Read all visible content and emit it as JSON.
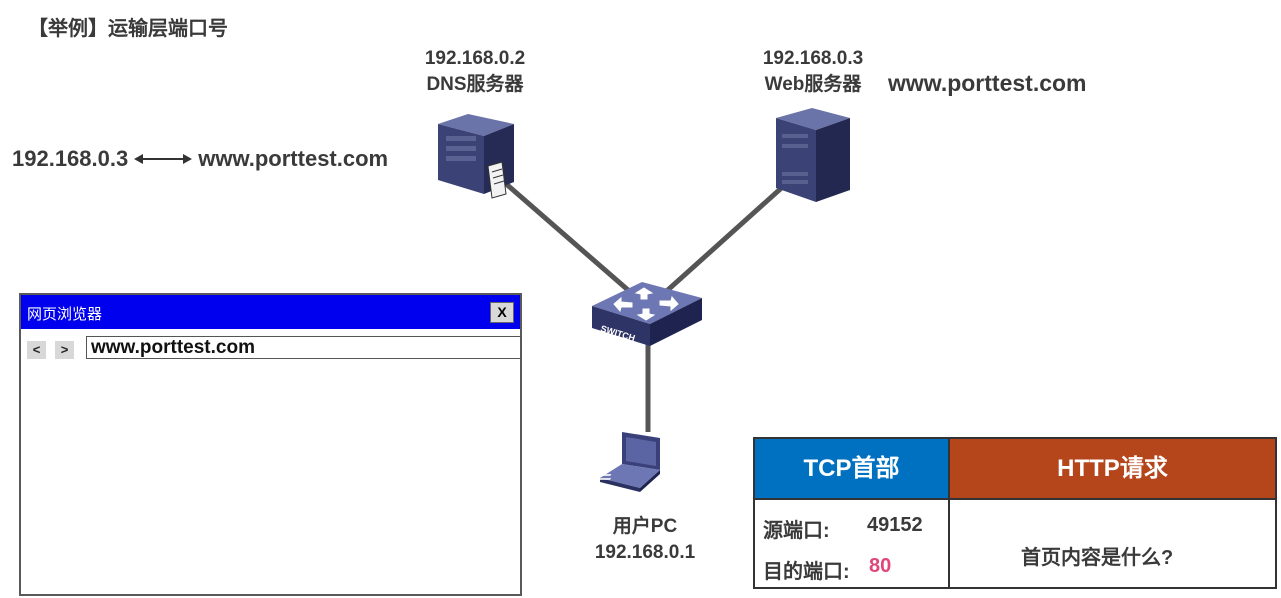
{
  "title": "【举例】运输层端口号",
  "dns_server": {
    "ip": "192.168.0.2",
    "name": "DNS服务器"
  },
  "web_server": {
    "ip": "192.168.0.3",
    "name": "Web服务器",
    "hostname": "www.porttest.com"
  },
  "dns_mapping": {
    "ip": "192.168.0.3",
    "hostname": "www.porttest.com"
  },
  "switch": {
    "label": "SWITCH"
  },
  "user_pc": {
    "name": "用户PC",
    "ip": "192.168.0.1"
  },
  "browser": {
    "title": "网页浏览器",
    "close": "X",
    "back": "<",
    "forward": ">",
    "url": "www.porttest.com"
  },
  "packet": {
    "tcp_header": "TCP首部",
    "http_header": "HTTP请求",
    "src_port_label": "源端口:",
    "src_port": "49152",
    "dst_port_label": "目的端口:",
    "dst_port": "80",
    "http_content": "首页内容是什么?"
  },
  "colors": {
    "tcp": "#0070c0",
    "http": "#b5451b",
    "browser_titlebar": "#0000ee",
    "port_highlight": "#e0457b"
  }
}
